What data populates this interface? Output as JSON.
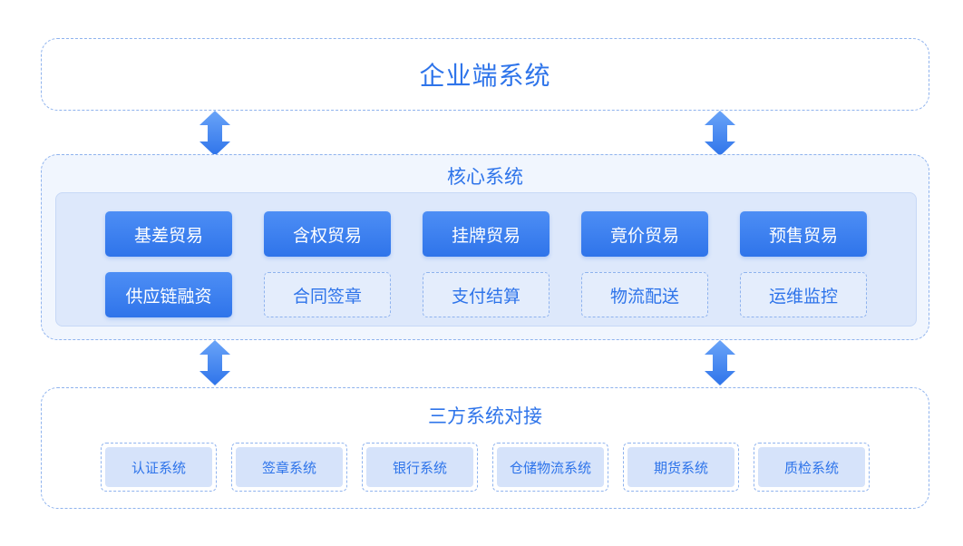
{
  "enterprise": {
    "title": "企业端系统"
  },
  "core": {
    "title": "核心系统",
    "row1": [
      "基差贸易",
      "含权贸易",
      "挂牌贸易",
      "竟价贸易",
      "预售贸易"
    ],
    "row2": [
      "供应链融资",
      "合同签章",
      "支付结算",
      "物流配送",
      "运维监控"
    ]
  },
  "third_party": {
    "title": "三方系统对接",
    "items": [
      "认证系统",
      "签章系统",
      "银行系统",
      "仓储物流系统",
      "期货系统",
      "质检系统"
    ]
  },
  "colors": {
    "accent": "#2e74ea",
    "arrow_top": "#6aa4f8",
    "arrow_bottom": "#2f74ea",
    "core_bg": "#f1f6fe",
    "core_inner_bg": "#dde8fb",
    "third_item_bg": "#d6e3fa"
  },
  "icons": {
    "connector": "double-arrow-vertical-icon"
  }
}
